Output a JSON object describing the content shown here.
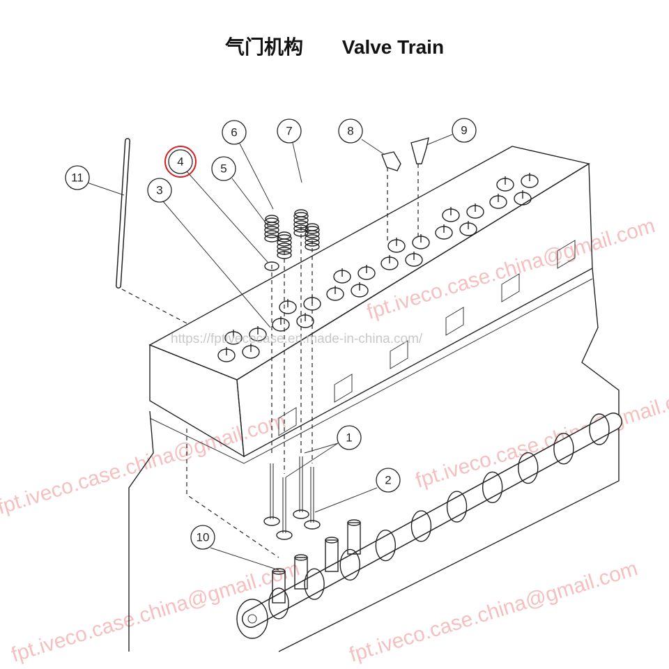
{
  "title": {
    "chinese": "气门机构",
    "english": "Valve Train"
  },
  "highlight_color": "#d62020",
  "watermark": {
    "text": "fpt.iveco.case.china@gmail.com",
    "color": "#f08c8c"
  },
  "url_watermark": "https://fptivecocase.en.made-in-china.com/",
  "callouts": [
    {
      "id": "1",
      "label": "1"
    },
    {
      "id": "2",
      "label": "2"
    },
    {
      "id": "3",
      "label": "3"
    },
    {
      "id": "4",
      "label": "4",
      "highlighted": true
    },
    {
      "id": "5",
      "label": "5"
    },
    {
      "id": "6",
      "label": "6"
    },
    {
      "id": "7",
      "label": "7"
    },
    {
      "id": "8",
      "label": "8"
    },
    {
      "id": "9",
      "label": "9"
    },
    {
      "id": "10",
      "label": "10"
    },
    {
      "id": "11",
      "label": "11"
    }
  ]
}
